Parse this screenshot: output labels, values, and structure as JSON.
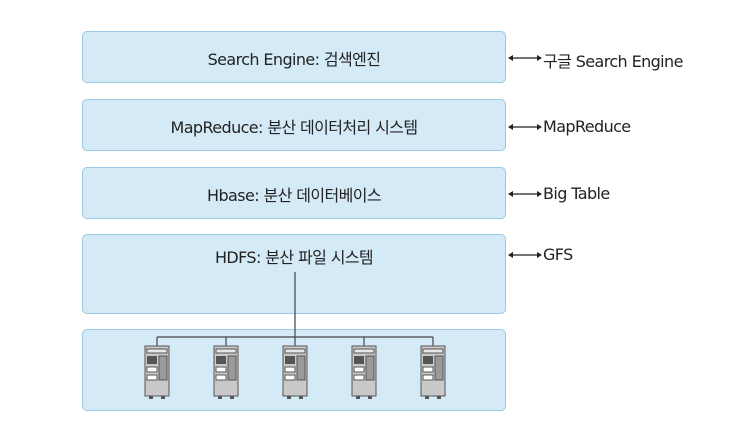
{
  "layers": [
    {
      "label": "Search Engine: 검색엔진",
      "counterpart": "구글 Search Engine"
    },
    {
      "label": "MapReduce: 분산 데이터처리 시스템",
      "counterpart": "MapReduce"
    },
    {
      "label": "Hbase: 분산 데이터베이스",
      "counterpart": "Big Table"
    },
    {
      "label": "HDFS: 분산 파일 시스템",
      "counterpart": "GFS"
    }
  ],
  "colors": {
    "box_fill": "#d4ebf7",
    "box_border": "#9cc9e3",
    "server_body": "#c9c9c9",
    "server_dark": "#555555"
  },
  "server_count": 5,
  "server_icon": "server-tower-icon"
}
